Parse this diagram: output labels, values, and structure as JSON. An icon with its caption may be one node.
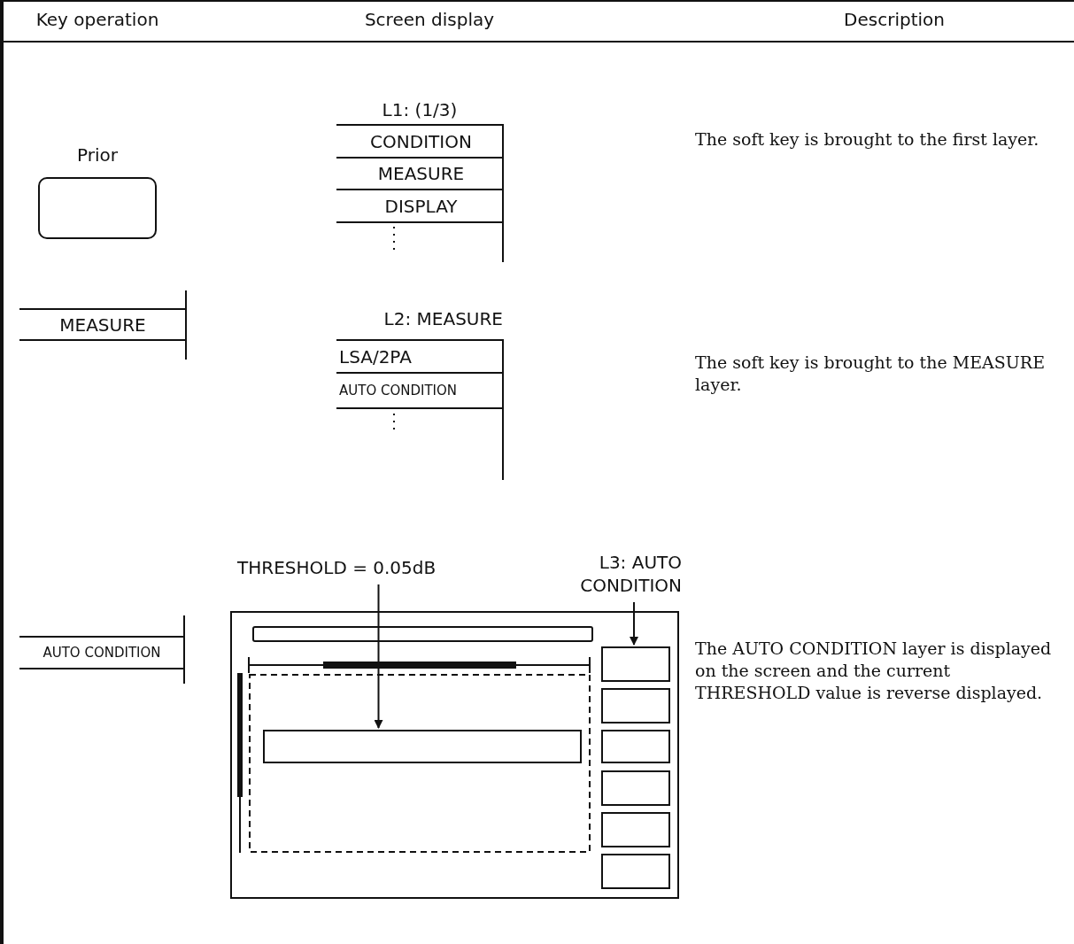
{
  "diagram": {
    "nodes": [
      {
        "text": [
          "Prior"
        ]
      },
      {
        "text": [
          "MEASURE"
        ]
      },
      {
        "text": [
          "AUTO CONDITION"
        ]
      },
      {
        "text": [
          "L1: (1/3)"
        ]
      },
      {
        "text": [
          "CONDITION"
        ],
        "in": 3
      },
      {
        "text": [
          "MEASURE"
        ],
        "in": 3
      },
      {
        "text": [
          "DISPLAY"
        ],
        "in": 3
      },
      {
        "text": [
          "L2: MEASURE"
        ]
      },
      {
        "text": [
          "LSA/2PA"
        ],
        "in": 7
      },
      {
        "text": [
          "AUTO CONDITION"
        ],
        "in": 7
      },
      {
        "text": [
          "THRESHOLD = 0.05dB"
        ]
      },
      {
        "text": [
          "L3: AUTO CONDITION"
        ]
      },
      {
        "text": [],
        "shape": "box"
      },
      {
        "text": [],
        "shape": "bar",
        "in": 12
      },
      {
        "text": [],
        "shape": "box",
        "in": 12
      },
      {
        "text": [],
        "shape": "box",
        "in": 12
      },
      {
        "text": [],
        "shape": "box",
        "in": 12
      },
      {
        "text": [],
        "shape": "box",
        "in": 12
      },
      {
        "text": [],
        "shape": "box",
        "in": 12
      },
      {
        "text": [],
        "shape": "box",
        "in": 12
      },
      {
        "text": [],
        "shape": "box",
        "in": 12
      }
    ],
    "edges": [
      {
        "from": 10,
        "to": 14,
        "arrow": "to"
      },
      {
        "from": 11,
        "to": 15,
        "arrow": "to"
      }
    ],
    "labels": [
      "Key operation",
      "Screen display",
      "Description",
      "The soft key is brought to the first layer.",
      "The soft key is brought to the MEASURE layer.",
      "The AUTO CONDITION layer is displayed on the screen and the current THRESHOLD value is reverse displayed."
    ]
  }
}
